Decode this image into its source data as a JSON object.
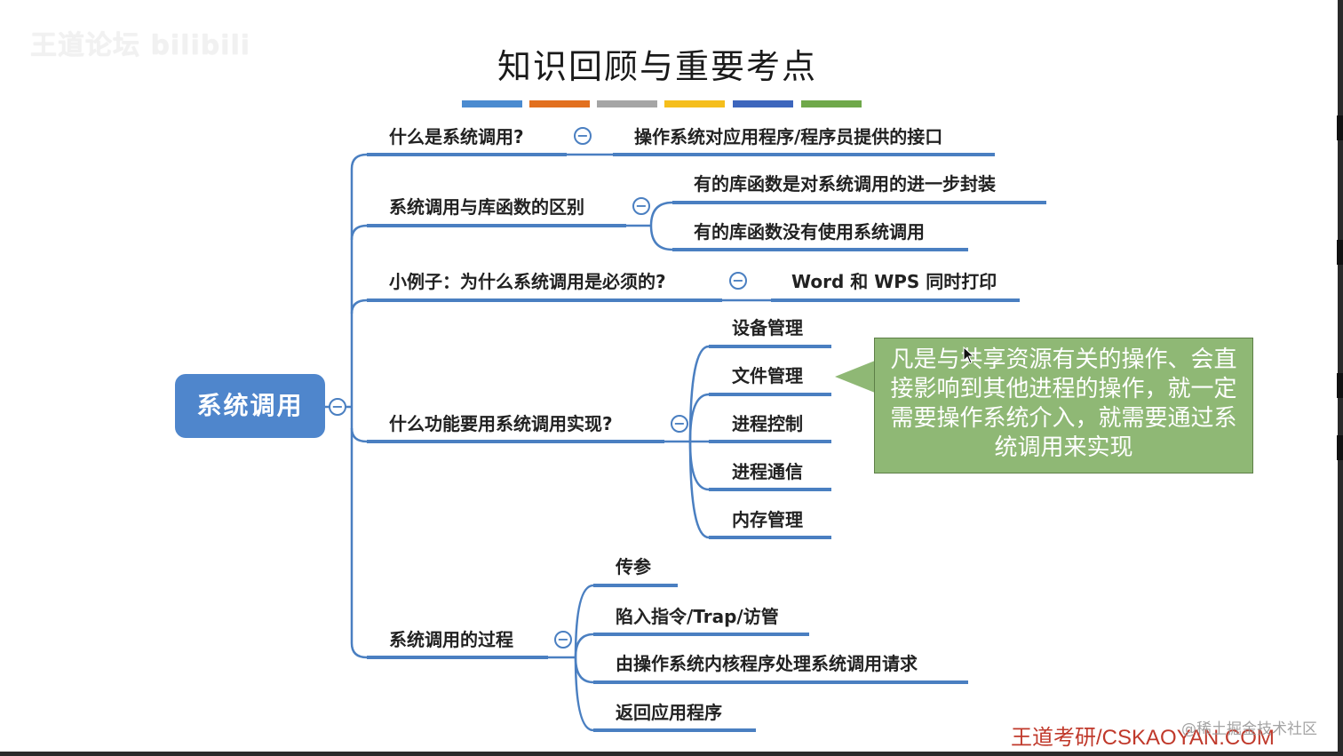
{
  "watermark": {
    "top_left": "王道论坛 bilibili"
  },
  "slide": {
    "title": "知识回顾与重要考点",
    "color_bar": [
      "#4b8bd0",
      "#e2701f",
      "#a5a5a5",
      "#f5be1c",
      "#3d66bd",
      "#6fa84a"
    ]
  },
  "mindmap": {
    "root": {
      "label": "系统调用",
      "color": "#4f86cc"
    },
    "branches": [
      {
        "label": "什么是系统调用?",
        "children": [
          "操作系统对应用程序/程序员提供的接口"
        ]
      },
      {
        "label": "系统调用与库函数的区别",
        "children": [
          "有的库函数是对系统调用的进一步封装",
          "有的库函数没有使用系统调用"
        ]
      },
      {
        "label": "小例子：为什么系统调用是必须的?",
        "children": [
          "Word 和 WPS 同时打印"
        ]
      },
      {
        "label": "什么功能要用系统调用实现?",
        "children": [
          "设备管理",
          "文件管理",
          "进程控制",
          "进程通信",
          "内存管理"
        ]
      },
      {
        "label": "系统调用的过程",
        "children": [
          "传参",
          "陷入指令/Trap/访管",
          "由操作系统内核程序处理系统调用请求",
          "返回应用程序"
        ]
      }
    ],
    "collapse_symbol": "−",
    "line_color": "#4a7fc1"
  },
  "callout": {
    "text": "凡是与共享资源有关的操作、会直接影响到其他进程的操作，就一定需要操作系统介入，就需要通过系统调用来实现",
    "fill": "#8fb875"
  },
  "footer": {
    "credit": "王道考研/CSKAOYAN.COM",
    "credit_color": "#c0392b",
    "juejin": "@稀土掘金技术社区"
  }
}
